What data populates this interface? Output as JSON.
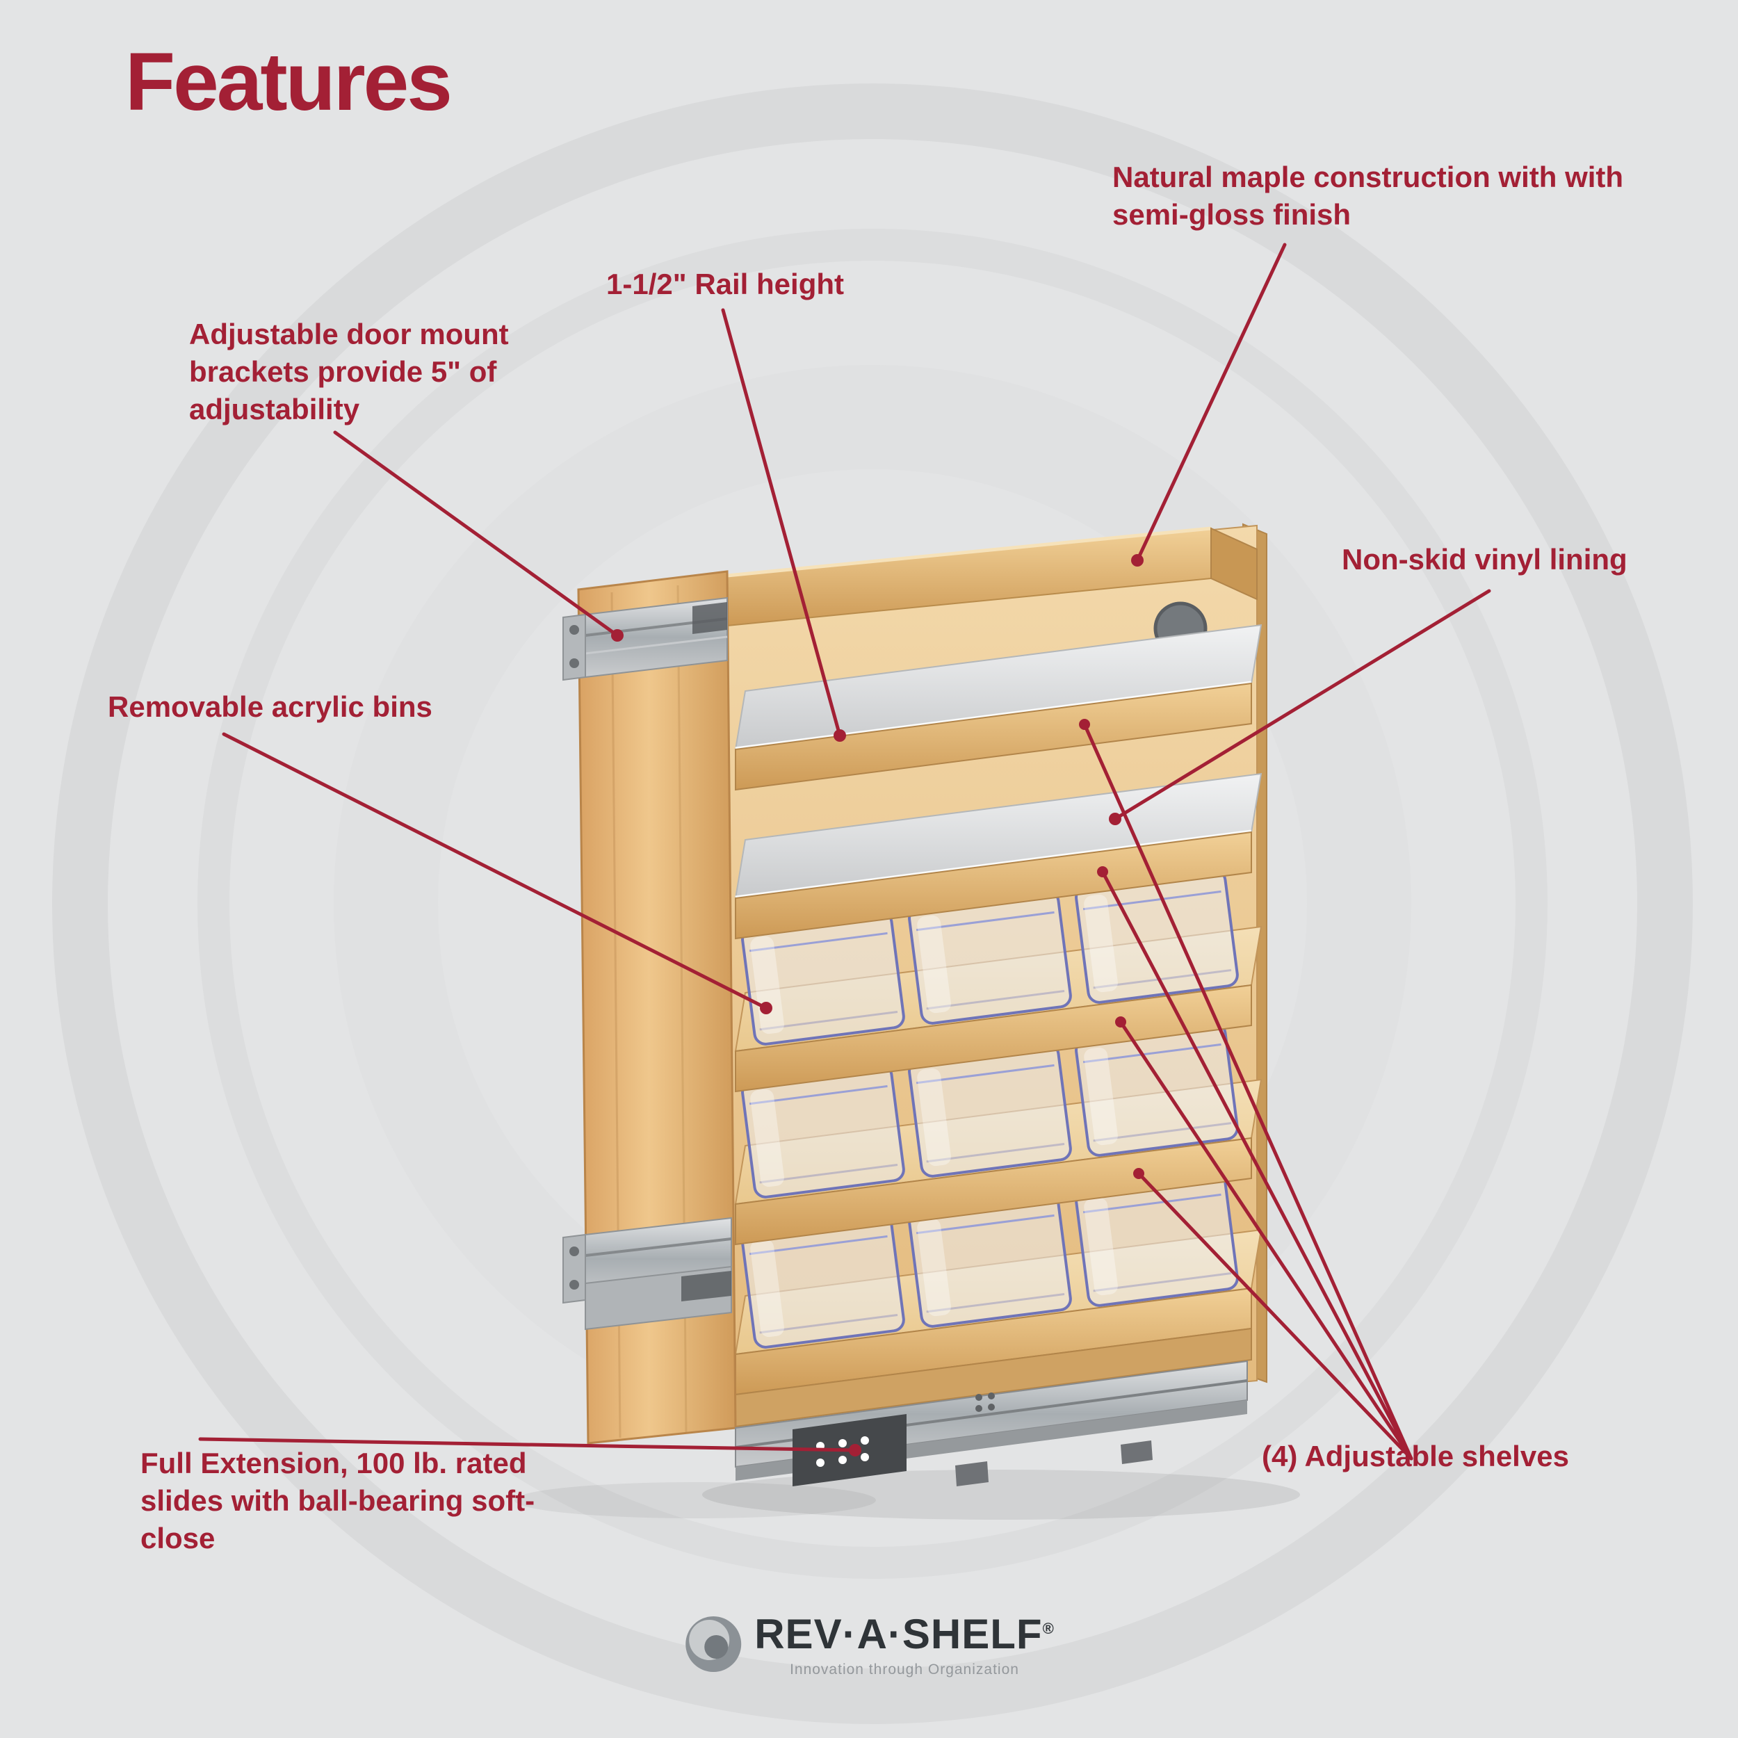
{
  "title": "Features",
  "callouts": {
    "maple": "Natural maple construction with with\nsemi-gloss finish",
    "rail_height": "1-1/2\" Rail height",
    "door_mount": "Adjustable door mount\nbrackets provide 5\" of\nadjustability",
    "vinyl_lining": "Non-skid vinyl lining",
    "acrylic_bins": "Removable acrylic bins",
    "adjustable_shelves": "(4) Adjustable shelves",
    "slides": "Full Extension, 100 lb. rated\nslides with ball-bearing soft-\nclose"
  },
  "logo": {
    "brand": "REV·A·SHELF",
    "registered": "®",
    "tagline": "Innovation through Organization"
  },
  "colors": {
    "background": "#e3e4e5",
    "accent_red": "#a32035",
    "wood": "#e8c189",
    "vinyl": "#dfe0e1",
    "metal": "#b7babd",
    "bin_edge": "#6f74b8"
  }
}
